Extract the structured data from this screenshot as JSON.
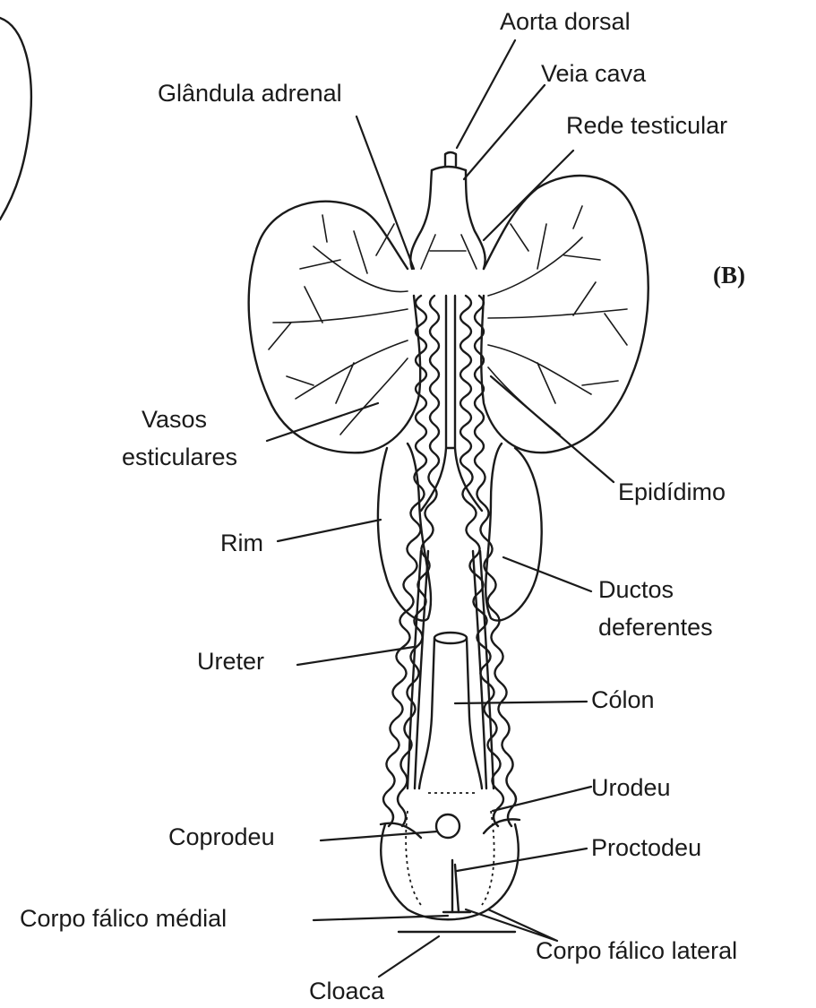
{
  "panel_label": "(B)",
  "labels": {
    "aorta_dorsal": "Aorta dorsal",
    "veia_cava": "Veia cava",
    "rede_testicular": "Rede testicular",
    "glandula_adrenal": "Glândula adrenal",
    "vasos_esticulares": [
      "Vasos",
      "esticulares"
    ],
    "epididimo": "Epidídimo",
    "rim": "Rim",
    "ductos_deferentes": [
      "Ductos",
      "deferentes"
    ],
    "ureter": "Ureter",
    "colon": "Cólon",
    "urodeu": "Urodeu",
    "coprodeu": "Coprodeu",
    "proctodeu": "Proctodeu",
    "corpo_falico_medial": "Corpo fálico médial",
    "corpo_falico_lateral": "Corpo fálico lateral",
    "cloaca": "Cloaca"
  }
}
